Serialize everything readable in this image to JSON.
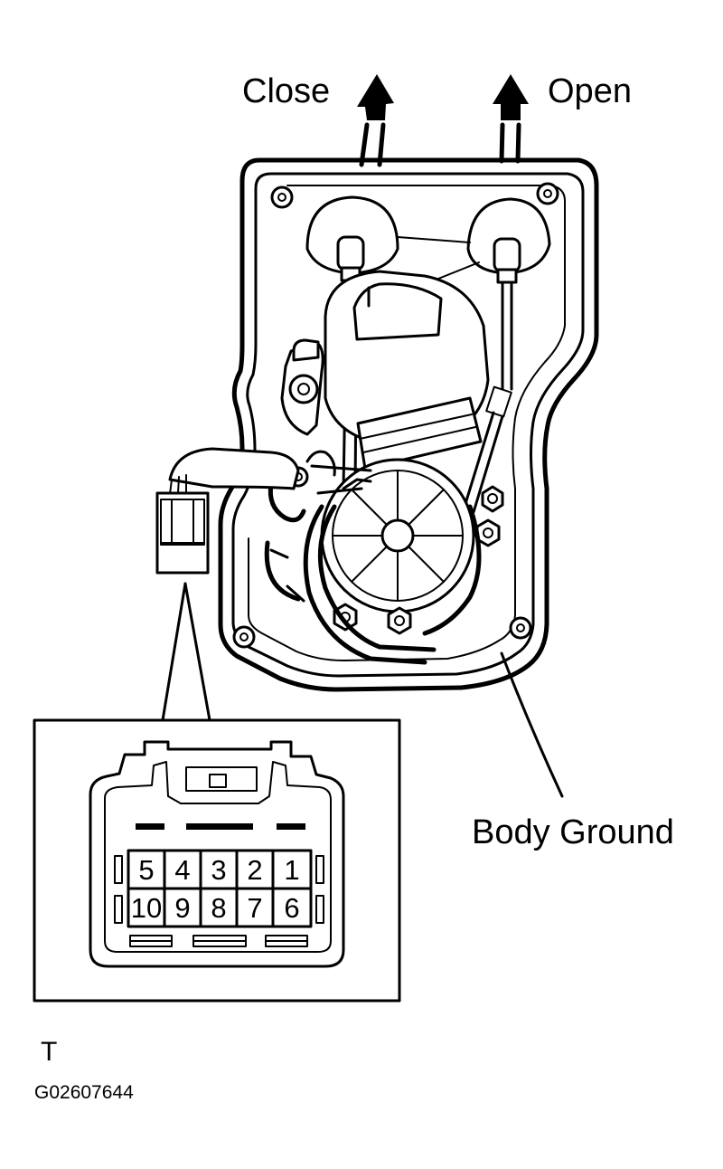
{
  "labels": {
    "close": "Close",
    "open": "Open",
    "body_ground": "Body Ground",
    "view_mark": "T",
    "figure_code": "G02607644"
  },
  "connector": {
    "top_row": [
      "5",
      "4",
      "3",
      "2",
      "1"
    ],
    "bottom_row": [
      "10",
      "9",
      "8",
      "7",
      "6"
    ]
  },
  "icons": {
    "close_arrow": "arrow-up-icon",
    "open_arrow": "arrow-up-icon"
  }
}
